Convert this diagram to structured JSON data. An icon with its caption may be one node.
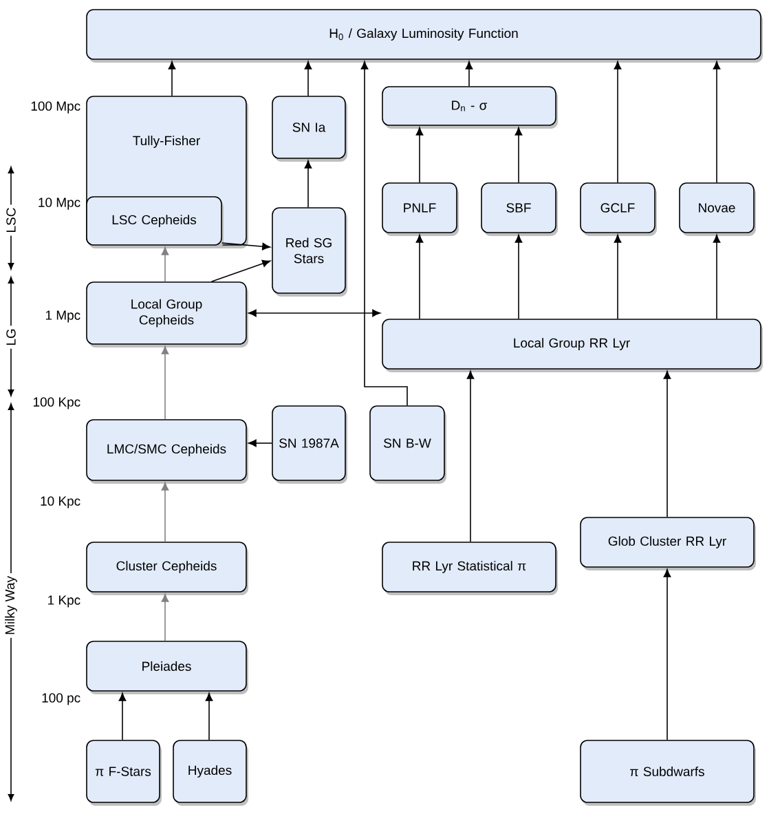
{
  "diagram": {
    "nodes": [
      {
        "text": [
          "H$_{0}$ / Galaxy Luminosity Function"
        ]
      },
      {
        "text": [
          "Tully-Fisher"
        ]
      },
      {
        "text": [
          "LSC Cepheids"
        ],
        "in": 1
      },
      {
        "text": [
          "SN Ia"
        ]
      },
      {
        "text": [
          "D$_{n}$ - σ"
        ]
      },
      {
        "text": [
          "Red SG Stars"
        ]
      },
      {
        "text": [
          "PNLF"
        ]
      },
      {
        "text": [
          "SBF"
        ]
      },
      {
        "text": [
          "GCLF"
        ]
      },
      {
        "text": [
          "Novae"
        ]
      },
      {
        "text": [
          "Local Group Cepheids"
        ]
      },
      {
        "text": [
          "Local Group RR Lyr"
        ]
      },
      {
        "text": [
          "LMC/SMC Cepheids"
        ]
      },
      {
        "text": [
          "SN 1987A"
        ]
      },
      {
        "text": [
          "SN B-W"
        ]
      },
      {
        "text": [
          "Cluster Cepheids"
        ]
      },
      {
        "text": [
          "RR Lyr Statistical π"
        ]
      },
      {
        "text": [
          "Glob Cluster RR Lyr"
        ]
      },
      {
        "text": [
          "Pleiades"
        ]
      },
      {
        "text": [
          "π F-Stars"
        ]
      },
      {
        "text": [
          "Hyades"
        ]
      },
      {
        "text": [
          "π Subdwarfs"
        ]
      }
    ],
    "edges": [
      {
        "from": 1,
        "to": 0,
        "arrow": "to"
      },
      {
        "from": 3,
        "to": 0,
        "arrow": "to"
      },
      {
        "from": 14,
        "to": 0,
        "arrow": "to"
      },
      {
        "from": 4,
        "to": 0,
        "arrow": "to"
      },
      {
        "from": 8,
        "to": 0,
        "arrow": "to"
      },
      {
        "from": 9,
        "to": 0,
        "arrow": "to"
      },
      {
        "from": 5,
        "to": 3,
        "arrow": "to"
      },
      {
        "from": 2,
        "to": 5,
        "arrow": "to"
      },
      {
        "from": 10,
        "to": 5,
        "arrow": "to"
      },
      {
        "from": 6,
        "to": 4,
        "arrow": "to"
      },
      {
        "from": 7,
        "to": 4,
        "arrow": "to"
      },
      {
        "from": 11,
        "to": 6,
        "arrow": "to"
      },
      {
        "from": 11,
        "to": 7,
        "arrow": "to"
      },
      {
        "from": 11,
        "to": 8,
        "arrow": "to"
      },
      {
        "from": 11,
        "to": 9,
        "arrow": "to"
      },
      {
        "from": 10,
        "to": 2,
        "arrow": "to",
        "color": "#808080"
      },
      {
        "from": 10,
        "to": 11,
        "arrow": "both"
      },
      {
        "from": 12,
        "to": 10,
        "arrow": "to",
        "color": "#808080"
      },
      {
        "from": 13,
        "to": 12,
        "arrow": "to"
      },
      {
        "from": 16,
        "to": 11,
        "arrow": "to"
      },
      {
        "from": 17,
        "to": 11,
        "arrow": "to"
      },
      {
        "from": 15,
        "to": 12,
        "arrow": "to",
        "color": "#808080"
      },
      {
        "from": 18,
        "to": 15,
        "arrow": "to",
        "color": "#808080"
      },
      {
        "from": 19,
        "to": 18,
        "arrow": "to"
      },
      {
        "from": 20,
        "to": 18,
        "arrow": "to"
      },
      {
        "from": 21,
        "to": 17,
        "arrow": "to"
      }
    ],
    "labels": [
      "100 Mpc",
      "10 Mpc",
      "1 Mpc",
      "100 Kpc",
      "10 Kpc",
      "1 Kpc",
      "100 pc",
      "LSC",
      "LG",
      "Milky Way"
    ]
  }
}
